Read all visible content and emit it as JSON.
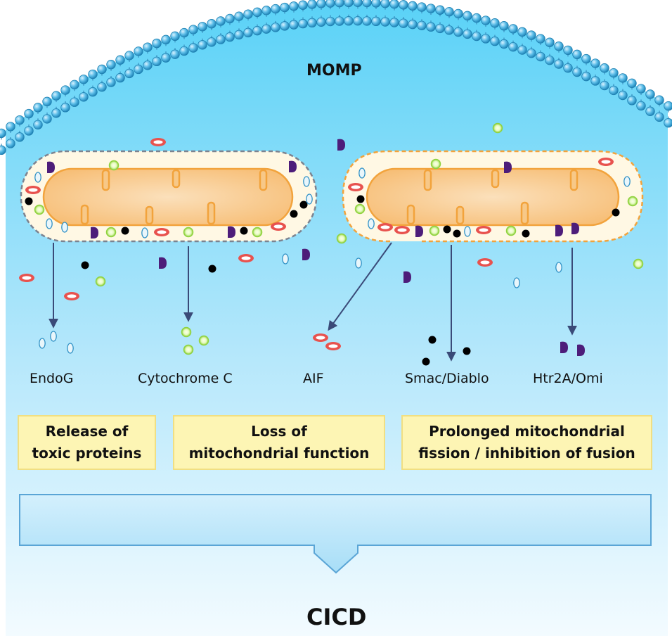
{
  "title": "MOMP",
  "proteins": [
    "EndoG",
    "Cytochrome C",
    "AIF",
    "Smac/Diablo",
    "Htr2A/Omi"
  ],
  "outcomes": [
    "Release of\ntoxic proteins",
    "Loss of\nmitochondrial function",
    "Prolonged mitochondrial\nfission / inhibition of fusion"
  ],
  "result": "CICD",
  "colors": {
    "cytoplasm_top": "#5ad2f7",
    "cytoplasm_bottom": "#ffffff",
    "membrane_bead": "#2e9fd1",
    "mito_outer": "#fff8e4",
    "mito_inner": "#f8c680",
    "mito_edge": "#f2a33c",
    "outcome_box": "#fdf5b4",
    "arrow": "#3a4a78",
    "cytochrome_c": "#d2f29a",
    "aif": "#e8524e",
    "smac": "#000000",
    "omi": "#4d1d7a",
    "endog": "#e9f6fb"
  }
}
